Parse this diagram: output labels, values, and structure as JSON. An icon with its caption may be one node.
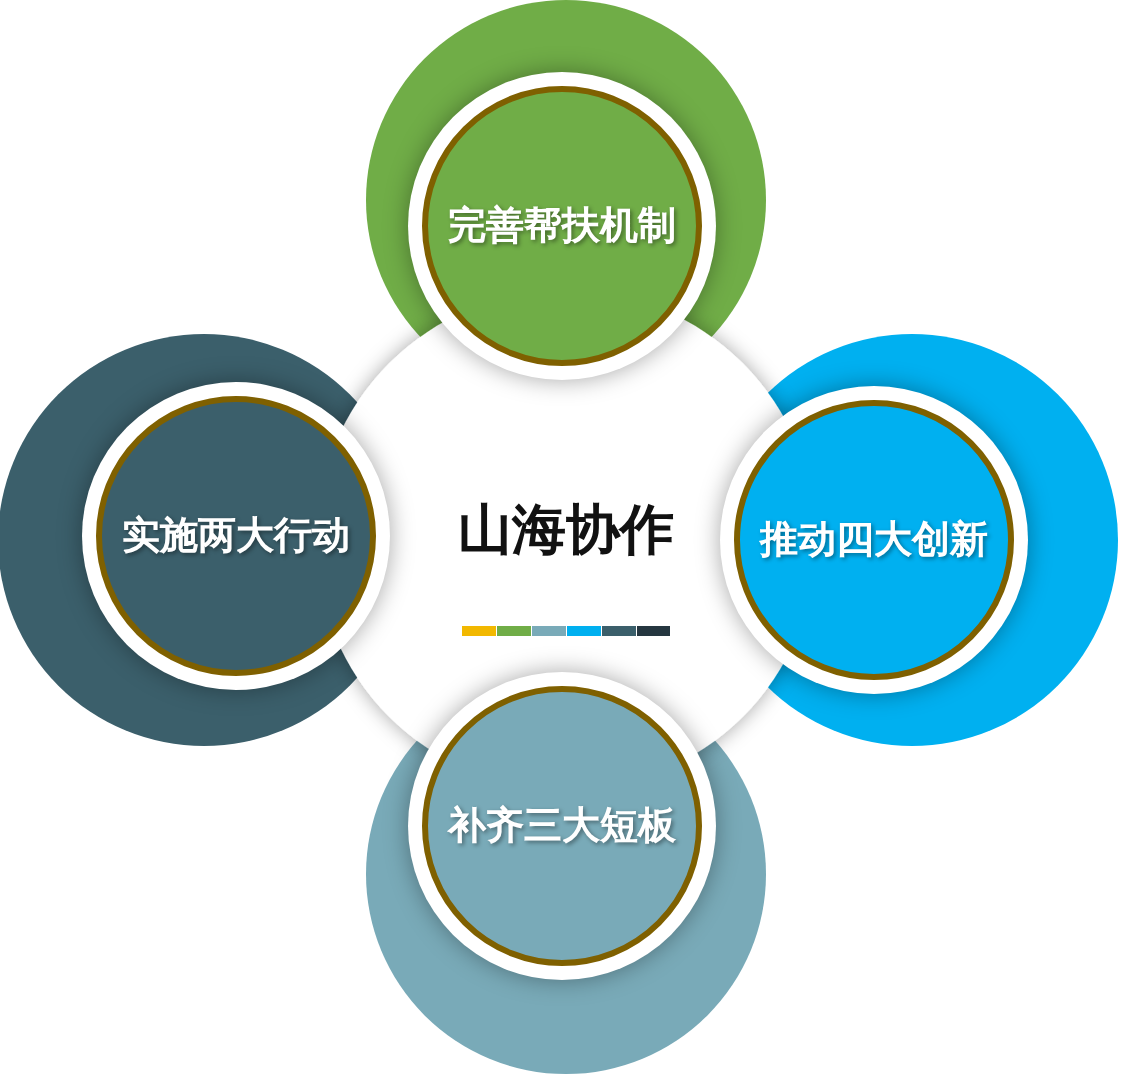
{
  "diagram": {
    "nodes": [
      {
        "text": [
          "山海协作"
        ]
      },
      {
        "text": [
          "完善帮扶机制"
        ]
      },
      {
        "text": [
          "实施两大行动"
        ]
      },
      {
        "text": [
          "推动四大创新"
        ]
      },
      {
        "text": [
          "补齐三大短板"
        ]
      }
    ]
  }
}
